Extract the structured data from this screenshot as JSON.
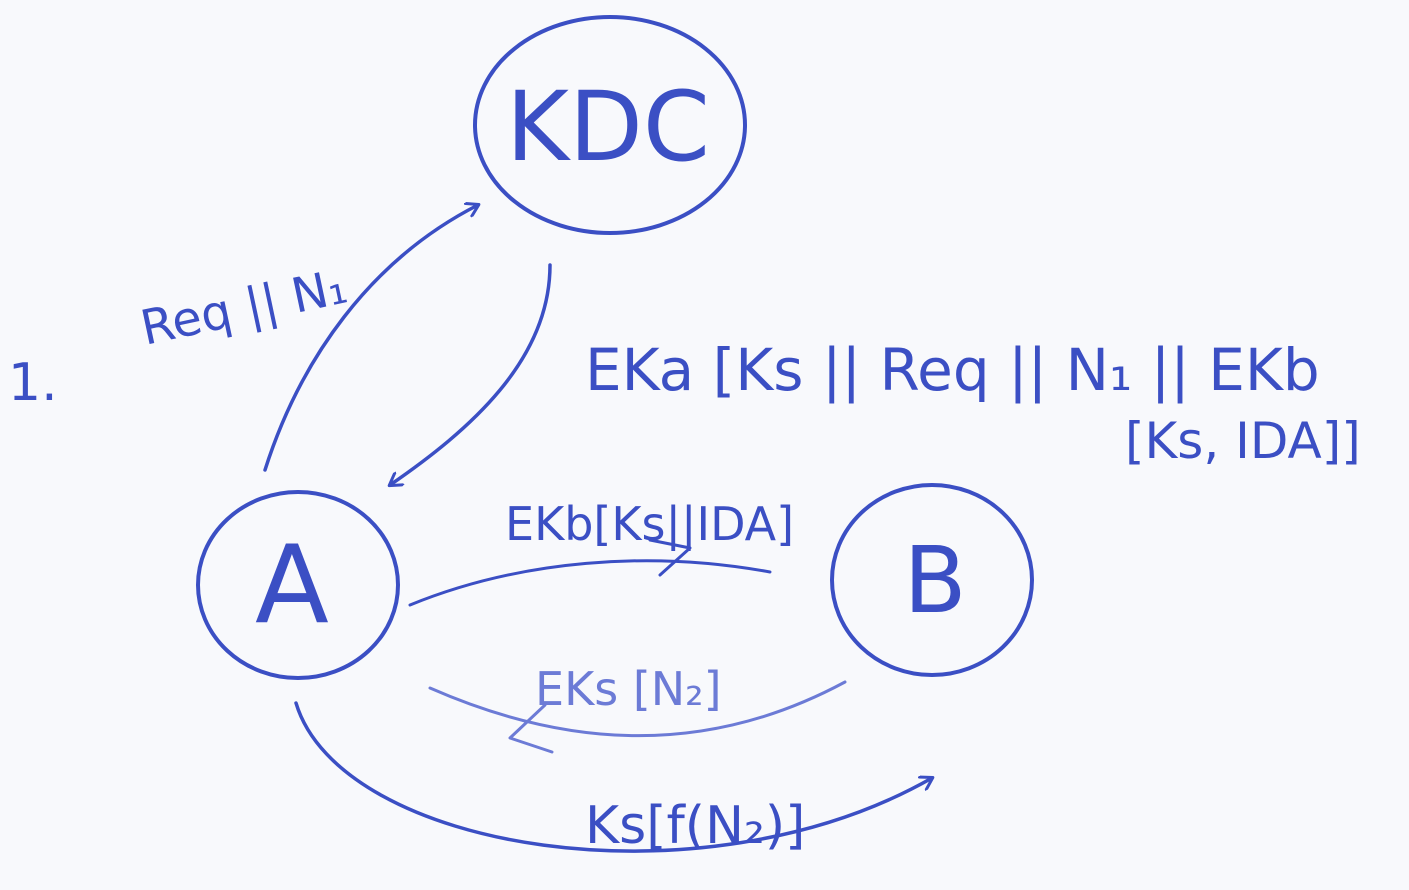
{
  "step_number": "1.",
  "ink_color": "#3b4fc4",
  "ink_light": "#6c7bd6",
  "paper_color": "#f8f9fc",
  "nodes": {
    "kdc": "KDC",
    "a": "A",
    "b": "B"
  },
  "messages": {
    "a_to_kdc": {
      "text": "Req || N₁"
    },
    "kdc_to_a": {
      "line1": "EKa [Ks || Req || N₁ || EKb",
      "line2": "[Ks, IDA]]"
    },
    "a_to_b": {
      "text": "EKb[Ks||IDA]"
    },
    "b_to_a": {
      "text": "EKs [N₂]"
    },
    "a_to_b_final": {
      "text": "Ks[f(N₂)]"
    }
  }
}
